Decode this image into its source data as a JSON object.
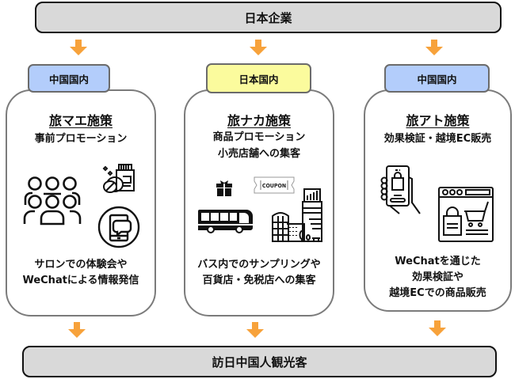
{
  "top": {
    "label": "日本企業"
  },
  "bottom": {
    "label": "訪日中国人観光客"
  },
  "columns": [
    {
      "tag": "中国国内",
      "tag_color": "#b3cdfb",
      "title": "旅マエ施策",
      "subtitle_lines": [
        "事前プロモーション"
      ],
      "description_lines": [
        "サロンでの体験会や",
        "WeChatによる情報発信"
      ],
      "icons": [
        "group-people-icon",
        "medicine-bottle-icon",
        "smartphone-chat-icon"
      ]
    },
    {
      "tag": "日本国内",
      "tag_color": "#fbfb9d",
      "title": "旅ナカ施策",
      "subtitle_lines": [
        "商品プロモーション",
        "小売店舗への集客"
      ],
      "description_lines": [
        "バス内でのサンプリングや",
        "百貨店・免税店への集客"
      ],
      "icons": [
        "gift-icon",
        "coupon-icon",
        "bus-icon",
        "department-store-icon"
      ],
      "coupon_text": "COUPON"
    },
    {
      "tag": "中国国内",
      "tag_color": "#b3cdfb",
      "title": "旅アト施策",
      "subtitle_lines": [
        "効果検証・越境EC販売"
      ],
      "description_lines": [
        "WeChatを通じた",
        "効果検証や",
        "越境ECでの商品販売"
      ],
      "icons": [
        "mobile-shopping-icon",
        "online-store-icon"
      ]
    }
  ],
  "colors": {
    "arrow": "#f7a23b",
    "bar_fill": "#d9d9d9",
    "col_border": "#7b7b7b"
  }
}
